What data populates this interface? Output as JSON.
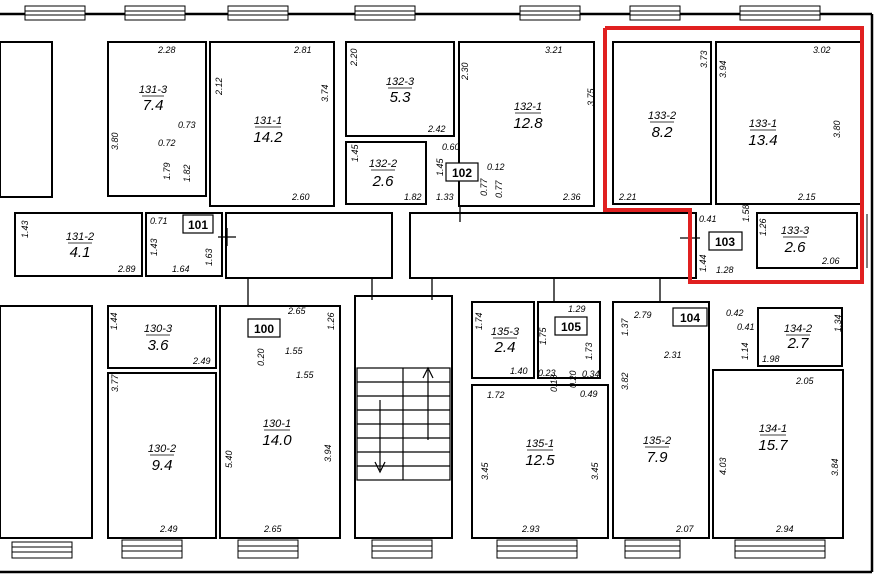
{
  "highlight_color": "#e02020",
  "apartments": {
    "a100": "100",
    "a101": "101",
    "a102": "102",
    "a103": "103",
    "a104": "104",
    "a105": "105"
  },
  "rooms": [
    {
      "code": "131-3",
      "area": "7.4"
    },
    {
      "code": "131-1",
      "area": "14.2"
    },
    {
      "code": "132-3",
      "area": "5.3"
    },
    {
      "code": "132-1",
      "area": "12.8"
    },
    {
      "code": "132-2",
      "area": "2.6"
    },
    {
      "code": "133-2",
      "area": "8.2"
    },
    {
      "code": "133-1",
      "area": "13.4"
    },
    {
      "code": "131-2",
      "area": "4.1"
    },
    {
      "code": "133-3",
      "area": "2.6"
    },
    {
      "code": "130-3",
      "area": "3.6"
    },
    {
      "code": "130-2",
      "area": "9.4"
    },
    {
      "code": "130-1",
      "area": "14.0"
    },
    {
      "code": "135-3",
      "area": "2.4"
    },
    {
      "code": "135-1",
      "area": "12.5"
    },
    {
      "code": "135-2",
      "area": "7.9"
    },
    {
      "code": "134-2",
      "area": "2.7"
    },
    {
      "code": "134-1",
      "area": "15.7"
    }
  ],
  "dimensions": [
    "2.28",
    "3.80",
    "1.79",
    "0.73",
    "0.72",
    "1.82",
    "2.81",
    "2.12",
    "3.74",
    "2.60",
    "2.20",
    "2.42",
    "2.30",
    "3.21",
    "3.75",
    "2.36",
    "0.60",
    "1.45",
    "1.82",
    "1.45",
    "0.12",
    "0.77",
    "0.77",
    "1.33",
    "3.73",
    "2.21",
    "3.94",
    "3.02",
    "3.80",
    "2.15",
    "1.43",
    "2.89",
    "0.71",
    "1.43",
    "1.64",
    "1.63",
    "0.41",
    "1.58",
    "1.26",
    "2.06",
    "1.44",
    "1.28",
    "1.44",
    "2.49",
    "2.65",
    "1.26",
    "0.20",
    "1.55",
    "1.55",
    "3.77",
    "2.49",
    "5.40",
    "3.94",
    "2.65",
    "1.74",
    "1.40",
    "1.75",
    "1.29",
    "1.73",
    "0.23",
    "0.18",
    "0.20",
    "0.34",
    "0.49",
    "1.72",
    "3.45",
    "3.45",
    "2.93",
    "2.79",
    "1.37",
    "2.31",
    "0.42",
    "0.41",
    "1.34",
    "1.14",
    "1.98",
    "2.05",
    "3.82",
    "2.07",
    "4.03",
    "3.84",
    "2.94"
  ]
}
